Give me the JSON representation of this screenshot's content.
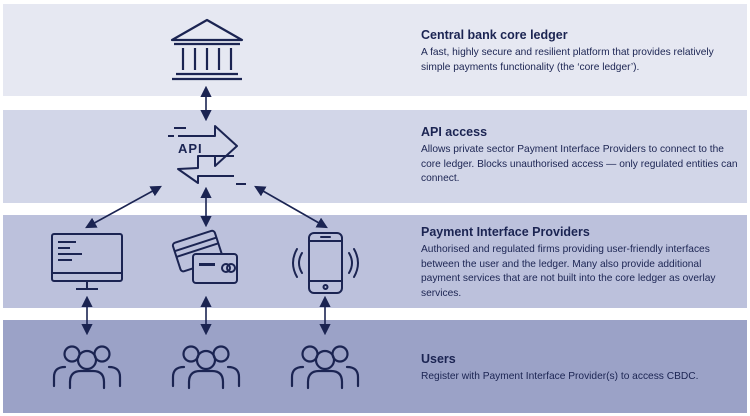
{
  "layers": [
    {
      "title": "Central bank core ledger",
      "description": "A fast, highly secure and resilient platform that provides relatively simple payments functionality (the ‘core ledger’)."
    },
    {
      "title": "API access",
      "description": "Allows private sector Payment Interface Providers to connect to the core ledger. Blocks unauthorised access — only regulated entities can connect."
    },
    {
      "title": "Payment Interface Providers",
      "description": "Authorised and regulated firms providing user-friendly interfaces between the user and the ledger. Many also provide additional payment services that are not built into the core ledger as overlay services."
    },
    {
      "title": "Users",
      "description": "Register with Payment Interface Provider(s) to access CBDC."
    }
  ],
  "icons": {
    "ledger": "bank-building-icon",
    "api": "api-exchange-icon",
    "pip_1": "computer-monitor-icon",
    "pip_2": "payment-cards-icon",
    "pip_3": "mobile-phone-icon",
    "users": "user-group-icon"
  },
  "api_label": "API",
  "colors": {
    "ink": "#1b2452",
    "band_1": "#e6e8f2",
    "band_2": "#d2d6e8",
    "band_3": "#bcc1dc",
    "band_4": "#9ba2c7"
  }
}
